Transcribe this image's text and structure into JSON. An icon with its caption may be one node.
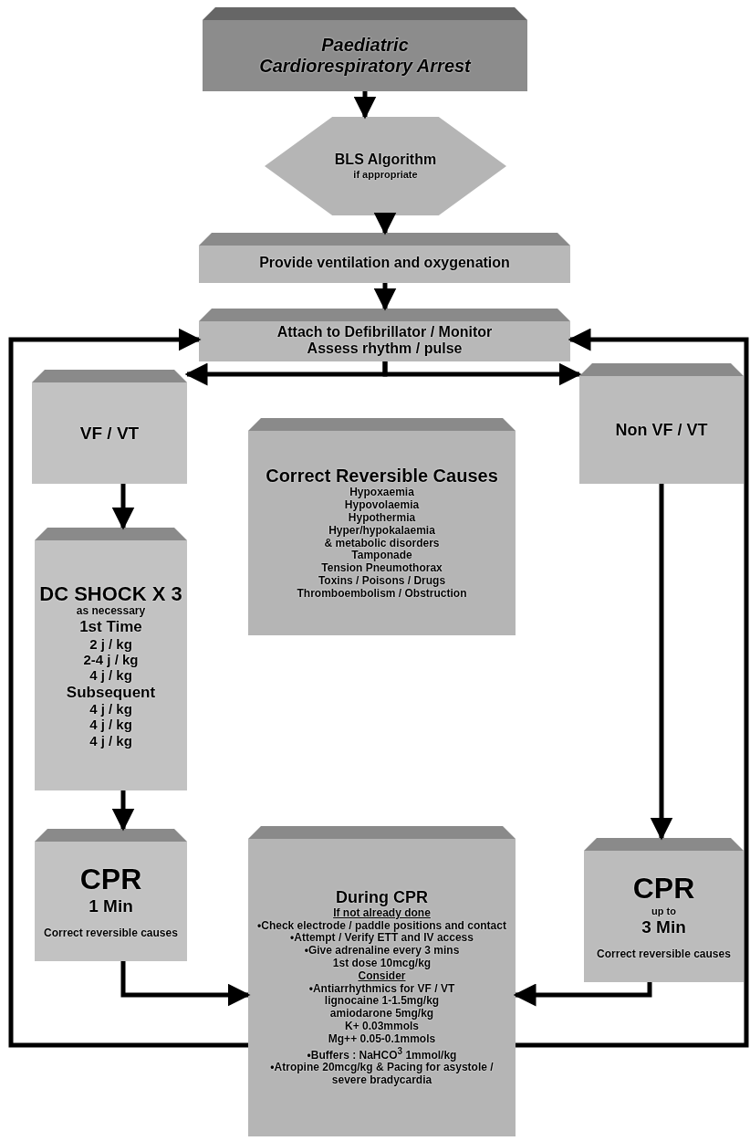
{
  "diagram": {
    "nodes": [
      {
        "text": [
          "Paediatric Cardiorespiratory Arrest"
        ]
      },
      {
        "text": [
          "BLS Algorithm",
          "if appropriate"
        ]
      },
      {
        "text": [
          "Provide ventilation and oxygenation"
        ]
      },
      {
        "text": [
          "Attach to Defibrillator / Monitor",
          "Assess rhythm / pulse"
        ]
      },
      {
        "text": [
          "VF / VT"
        ]
      },
      {
        "text": [
          "Correct Reversible Causes",
          "Hypoxaemia",
          "Hypovolaemia",
          "Hypothermia",
          "Hyper/hypokalaemia",
          "& metabolic disorders",
          "Tamponade",
          "Tension Pneumothorax",
          "Toxins / Poisons / Drugs",
          "Thromboembolism / Obstruction"
        ]
      },
      {
        "text": [
          "Non VF / VT"
        ]
      },
      {
        "text": [
          "DC SHOCK X 3",
          "as necessary",
          "1st Time",
          "2 j / kg",
          "2-4 j / kg",
          "4 j / kg",
          "Subsequent",
          "4 j / kg",
          "4 j / kg",
          "4 j / kg"
        ]
      },
      {
        "text": [
          "CPR",
          "1 Min",
          "Correct reversible causes"
        ]
      },
      {
        "text": [
          "During CPR",
          "If not already done",
          "•Check electrode / paddle positions and contact",
          "•Attempt / Verify ETT and IV access",
          "•Give adrenaline every 3 mins",
          "1st dose 10mcg/kg",
          "Consider",
          "•Antiarrhythmics for VF / VT",
          "lignocaine 1-1.5mg/kg",
          "amiodarone 5mg/kg",
          "K+ 0.03mmols",
          "Mg++ 0.05-0.1mmols",
          "•Buffers : NaHCO$^{3}$ 1mmol/kg",
          "•Atropine 20mcg/kg & Pacing for asystole / severe bradycardia"
        ]
      },
      {
        "text": [
          "CPR",
          "up to",
          "3 Min",
          "Correct reversible causes"
        ]
      }
    ],
    "edges": [
      {
        "from": 0,
        "to": 1,
        "arrow": "to"
      },
      {
        "from": 1,
        "to": 2,
        "arrow": "to"
      },
      {
        "from": 2,
        "to": 3,
        "arrow": "to"
      },
      {
        "from": 3,
        "to": 4,
        "arrow": "to"
      },
      {
        "from": 3,
        "to": 6,
        "arrow": "to"
      },
      {
        "from": 4,
        "to": 7,
        "arrow": "to"
      },
      {
        "from": 7,
        "to": 8,
        "arrow": "to"
      },
      {
        "from": 8,
        "to": 9,
        "arrow": "to"
      },
      {
        "from": 6,
        "to": 10,
        "arrow": "to"
      },
      {
        "from": 10,
        "to": 9,
        "arrow": "to"
      },
      {
        "from": 9,
        "to": 3,
        "arrow": "to"
      },
      {
        "from": 9,
        "to": 3,
        "arrow": "to"
      }
    ]
  }
}
